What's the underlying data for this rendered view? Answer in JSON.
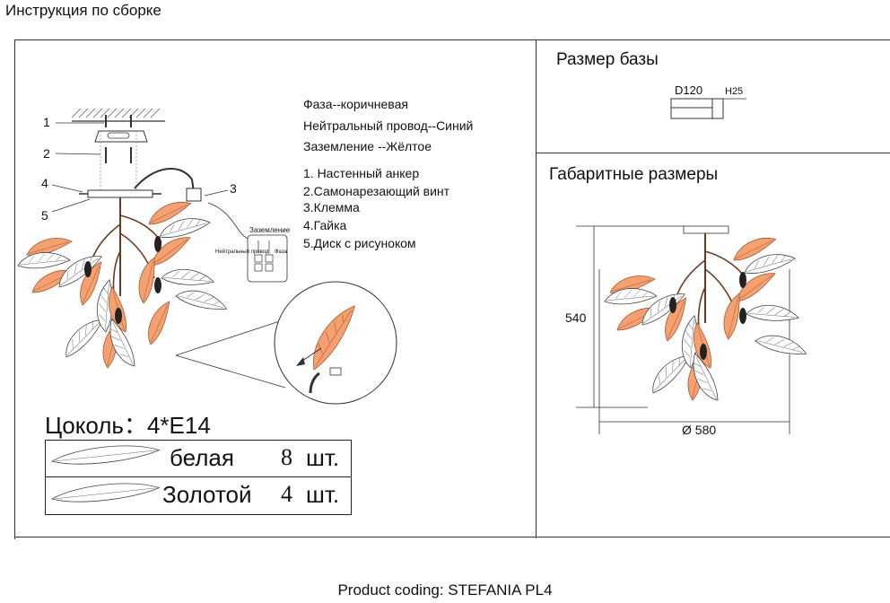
{
  "title": "Инструкция по сборке",
  "legend": {
    "phase": "Фаза--коричневая",
    "neutral": "Нейтральный провод--Синий",
    "ground": "Заземление --Жёлтое"
  },
  "parts": [
    "1. Настенный анкер",
    "2.Самонарезающий винт",
    "3.Клемма",
    "4.Гайка",
    "5.Диск с рисунокoм"
  ],
  "callouts": [
    "1",
    "2",
    "3",
    "4",
    "5"
  ],
  "terminal": {
    "ground_label": "Заземление",
    "neutral_label": "Нейтральный провод",
    "phase_label": "Фаза"
  },
  "base_size": {
    "title": "Размер базы",
    "diameter": "D120",
    "height": "H25"
  },
  "dimensions": {
    "title": "Габаритные размеры",
    "height": "540",
    "diameter": "Ø 580"
  },
  "socket": "Цоколь：4*E14",
  "table": [
    {
      "name": "белая",
      "qty": "8",
      "unit": "шт."
    },
    {
      "name": "Золотой",
      "qty": "4",
      "unit": "шт."
    }
  ],
  "footer": "Product coding: STEFANIA PL4",
  "colors": {
    "leaf": "#f4a070",
    "line": "#333333"
  }
}
